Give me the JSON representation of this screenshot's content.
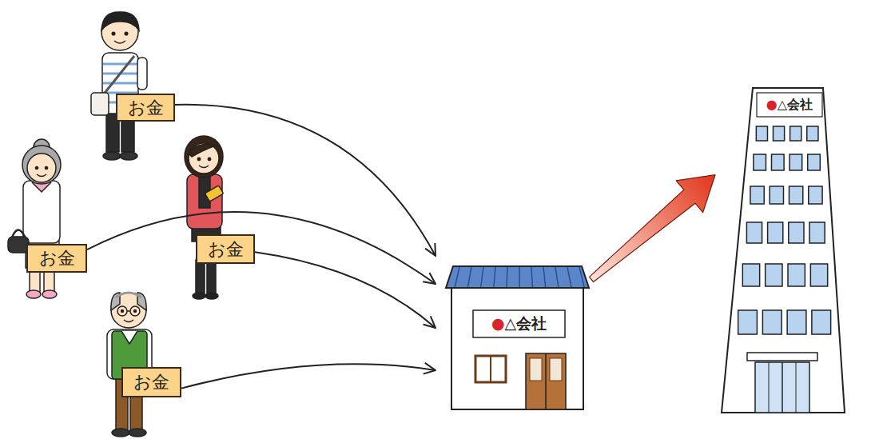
{
  "diagram": {
    "nodes": [
      {
        "text": [
          "お金"
        ]
      },
      {
        "text": [
          "お金"
        ]
      },
      {
        "text": [
          "お金"
        ]
      },
      {
        "text": [
          "お金"
        ]
      },
      {
        "text": [
          "●△会社"
        ]
      },
      {
        "text": [
          "●△会社"
        ]
      }
    ],
    "edges": [
      {
        "from": 0,
        "to": 4,
        "arrow": "to"
      },
      {
        "from": 1,
        "to": 4,
        "arrow": "to"
      },
      {
        "from": 2,
        "to": 4,
        "arrow": "to"
      },
      {
        "from": 3,
        "to": 4,
        "arrow": "to"
      },
      {
        "from": 4,
        "to": 5,
        "arrow": "to"
      }
    ]
  }
}
